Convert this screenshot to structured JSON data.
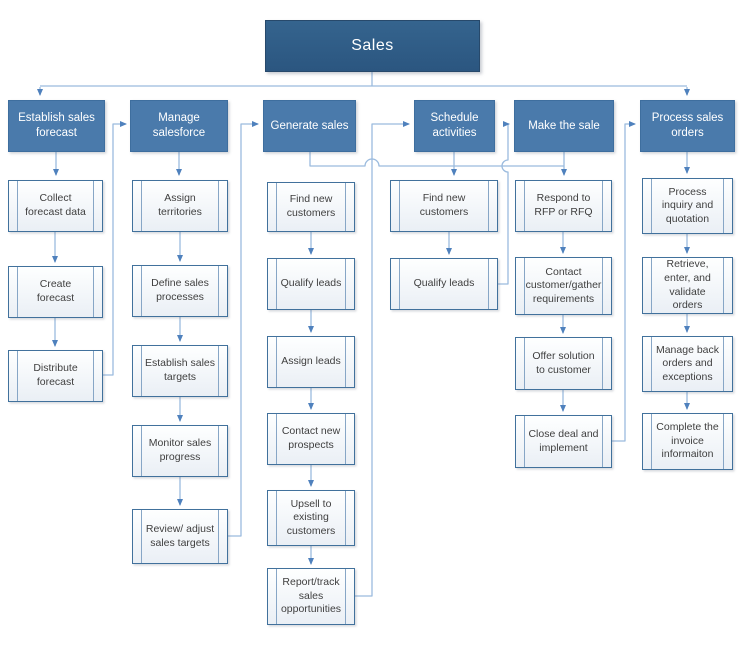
{
  "title": "Sales",
  "colors": {
    "title_fill": "#2b5680",
    "header_fill": "#4a7aab",
    "connector": "#9bbbde",
    "arrowhead": "#4f81bd",
    "step_border": "#41719c",
    "step_text": "#3f3f3f"
  },
  "columns": [
    {
      "header": "Establish sales forecast",
      "steps": [
        "Collect forecast data",
        "Create forecast",
        "Distribute forecast"
      ]
    },
    {
      "header": "Manage salesforce",
      "steps": [
        "Assign territories",
        "Define sales processes",
        "Establish sales targets",
        "Monitor sales progress",
        "Review/ adjust sales targets"
      ]
    },
    {
      "header": "Generate sales",
      "steps": [
        "Find new customers",
        "Qualify leads",
        "Assign leads",
        "Contact new prospects",
        "Upsell to existing customers",
        "Report/track sales opportunities"
      ]
    },
    {
      "header": "Schedule activities",
      "steps": [
        "Find new customers",
        "Qualify leads"
      ]
    },
    {
      "header": "Make the sale",
      "steps": [
        "Respond to RFP or RFQ",
        "Contact customer/gather requirements",
        "Offer solution to customer",
        "Close deal and implement"
      ]
    },
    {
      "header": "Process sales orders",
      "steps": [
        "Process inquiry and quotation",
        "Retrieve, enter, and validate orders",
        "Manage back orders and exceptions",
        "Complete the invoice informaiton"
      ]
    }
  ]
}
